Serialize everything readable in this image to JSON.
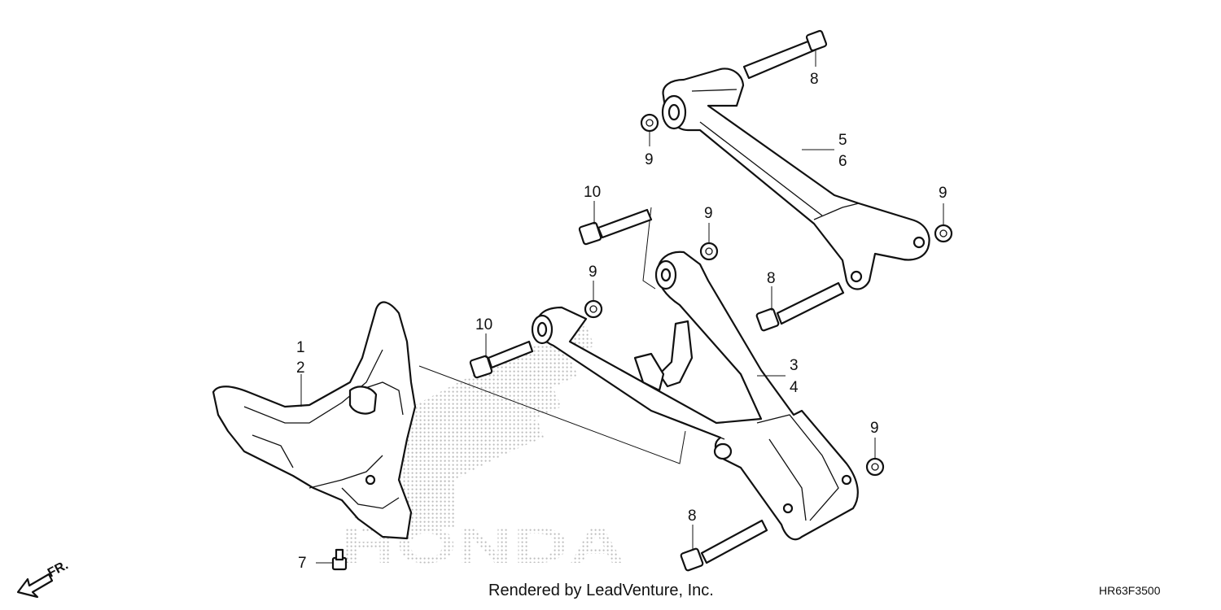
{
  "labels": {
    "l1": "1",
    "l2": "2",
    "l3": "3",
    "l4": "4",
    "l5": "5",
    "l6": "6",
    "l7": "7",
    "l8a": "8",
    "l8b": "8",
    "l8c": "8",
    "l9a": "9",
    "l9b": "9",
    "l9c": "9",
    "l9d": "9",
    "l9e": "9",
    "l10a": "10",
    "l10b": "10"
  },
  "watermark": {
    "brand": "HONDA"
  },
  "direction": {
    "text": "FR."
  },
  "footer": {
    "credit": "Rendered by LeadVenture, Inc.",
    "code": "HR63F3500"
  }
}
